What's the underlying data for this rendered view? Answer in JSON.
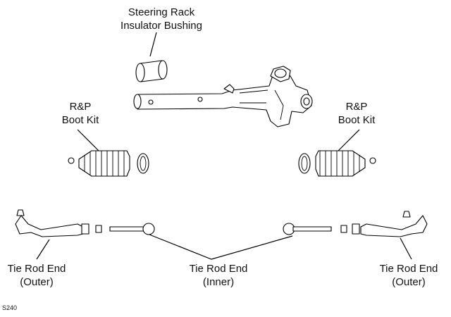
{
  "labels": {
    "insulator_line1": "Steering Rack",
    "insulator_line2": "Insulator Bushing",
    "boot_left_line1": "R&P",
    "boot_left_line2": "Boot Kit",
    "boot_right_line1": "R&P",
    "boot_right_line2": "Boot Kit",
    "outer_left_line1": "Tie Rod End",
    "outer_left_line2": "(Outer)",
    "inner_line1": "Tie Rod End",
    "inner_line2": "(Inner)",
    "outer_right_line1": "Tie Rod End",
    "outer_right_line2": "(Outer)"
  },
  "figure_code": "S240"
}
